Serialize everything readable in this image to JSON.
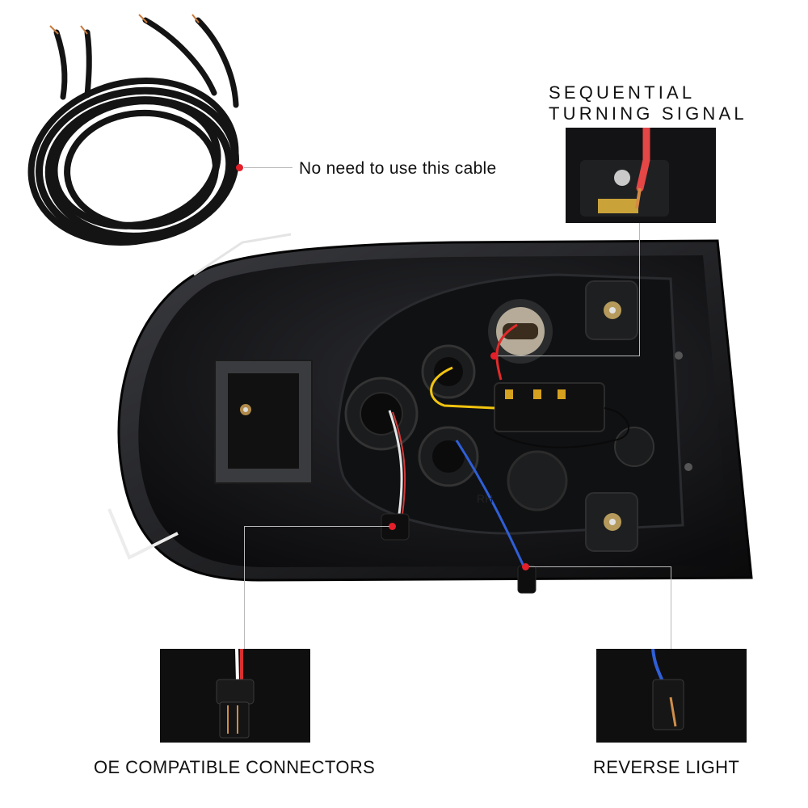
{
  "annotations": {
    "cable_note": "No need to use this cable",
    "sequential_line1": "SEQUENTIAL",
    "sequential_line2": "TURNING SIGNAL",
    "connectors_caption": "OE COMPATIBLE CONNECTORS",
    "reverse_caption": "REVERSE LIGHT",
    "housing_mark": "RH"
  },
  "colors": {
    "callout_dot": "#e3202a",
    "callout_line": "#b9b9b9",
    "wire_red": "#e32a2a",
    "wire_blue": "#2f5fd8",
    "wire_yellow": "#f1c40f",
    "housing": "#151618"
  }
}
